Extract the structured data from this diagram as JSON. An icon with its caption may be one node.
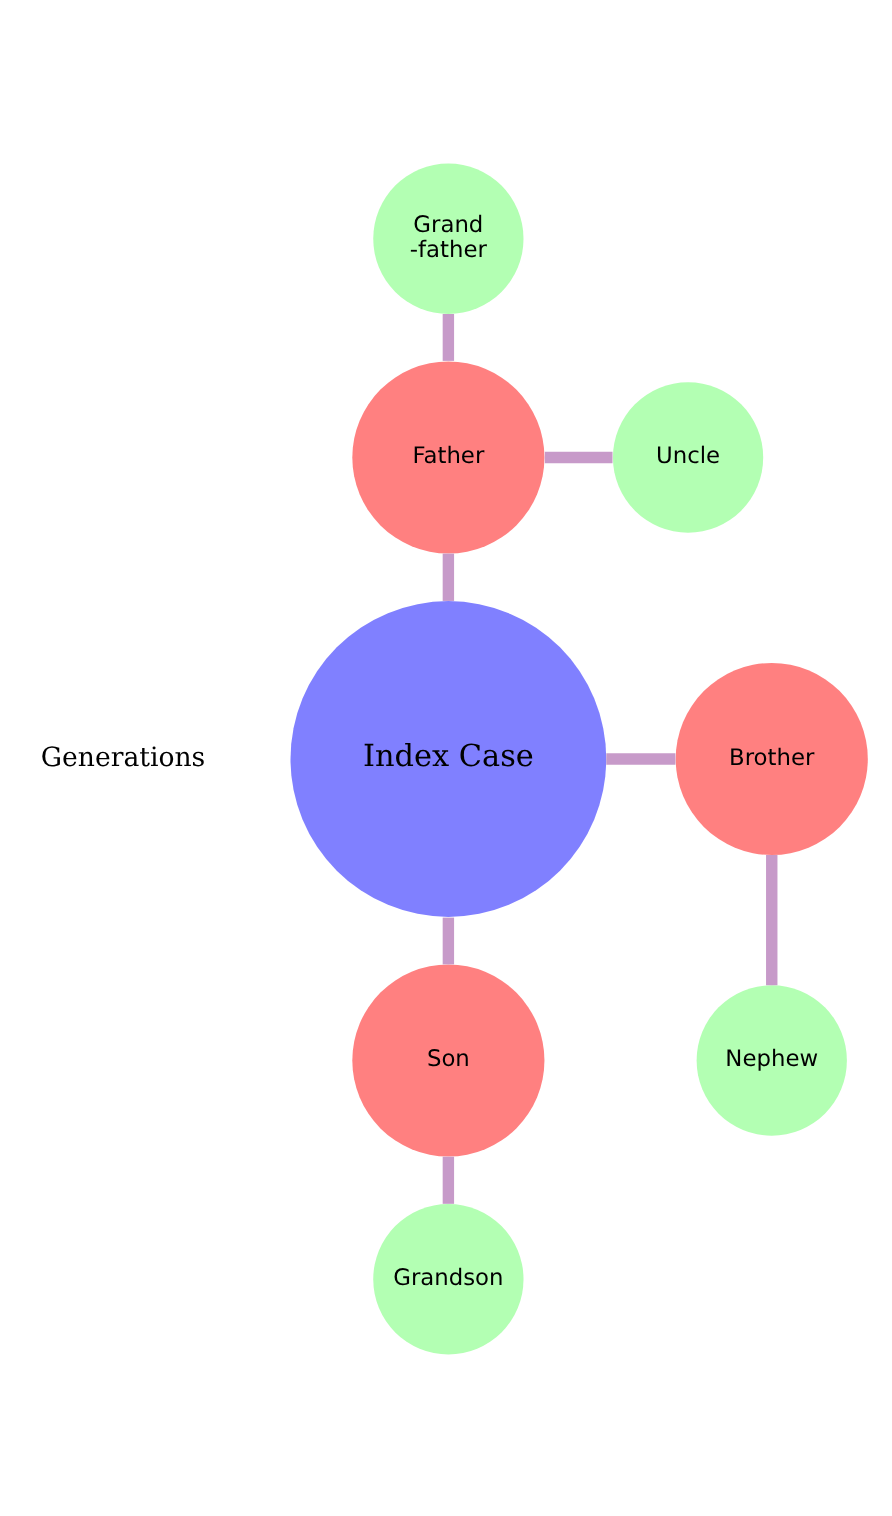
{
  "diagram": {
    "nodes": [
      {
        "text": [
          "Grand -father"
        ]
      },
      {
        "text": [
          "Father"
        ]
      },
      {
        "text": [
          "Uncle"
        ]
      },
      {
        "text": [
          "Index Case"
        ]
      },
      {
        "text": [
          "Brother"
        ]
      },
      {
        "text": [
          "Nephew"
        ]
      },
      {
        "text": [
          "Son"
        ]
      },
      {
        "text": [
          "Grandson"
        ]
      }
    ],
    "edges": [
      {
        "from": 0,
        "to": 1,
        "arrow": "none"
      },
      {
        "from": 1,
        "to": 2,
        "arrow": "none"
      },
      {
        "from": 1,
        "to": 3,
        "arrow": "none"
      },
      {
        "from": 3,
        "to": 4,
        "arrow": "none"
      },
      {
        "from": 4,
        "to": 5,
        "arrow": "none"
      },
      {
        "from": 3,
        "to": 6,
        "arrow": "none"
      },
      {
        "from": 6,
        "to": 7,
        "arrow": "none"
      }
    ],
    "labels": [
      "Generations"
    ]
  }
}
